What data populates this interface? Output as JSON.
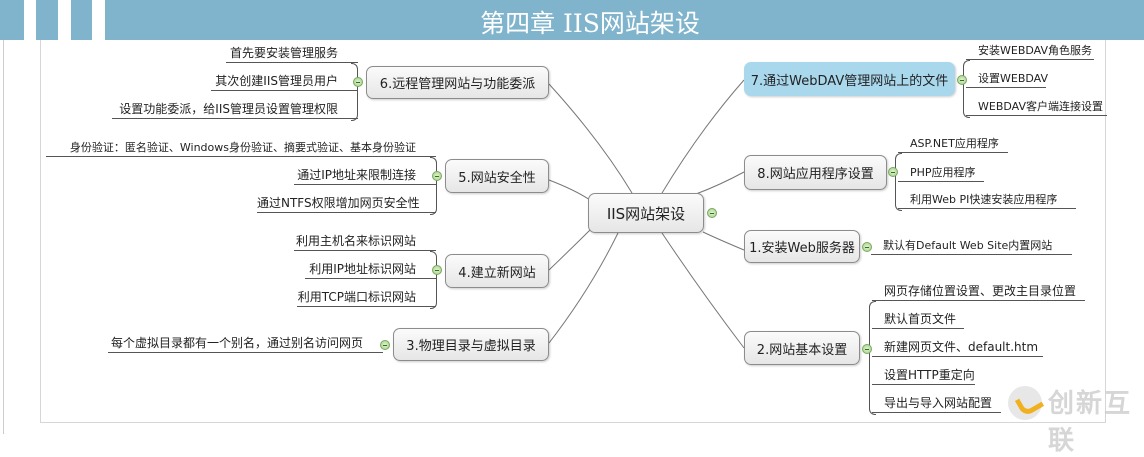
{
  "title": "第四章 IIS网站架设",
  "colors": {
    "title_bar": "#7fb4cc",
    "highlight_node": "#a9d8ec"
  },
  "center": "IIS网站架设",
  "nodes": {
    "n1": {
      "label": "1.安装Web服务器",
      "leaves": [
        "默认有Default Web Site内置网站"
      ]
    },
    "n2": {
      "label": "2.网站基本设置",
      "leaves": [
        "网页存储位置设置、更改主目录位置",
        "默认首页文件",
        "新建网页文件、default.htm",
        "设置HTTP重定向",
        "导出与导入网站配置"
      ]
    },
    "n3": {
      "label": "3.物理目录与虚拟目录",
      "leaves": [
        "每个虚拟目录都有一个别名，通过别名访问网页"
      ]
    },
    "n4": {
      "label": "4.建立新网站",
      "leaves": [
        "利用主机名来标识网站",
        "利用IP地址标识网站",
        "利用TCP端口标识网站"
      ]
    },
    "n5": {
      "label": "5.网站安全性",
      "leaves": [
        "身份验证：匿名验证、Windows身份验证、摘要式验证、基本身份验证",
        "通过IP地址来限制连接",
        "通过NTFS权限增加网页安全性"
      ]
    },
    "n6": {
      "label": "6.远程管理网站与功能委派",
      "leaves": [
        "首先要安装管理服务",
        "其次创建IIS管理员用户",
        "设置功能委派，给IIS管理员设置管理权限"
      ]
    },
    "n7": {
      "label": "7.通过WebDAV管理网站上的文件",
      "leaves": [
        "安装WEBDAV角色服务",
        "设置WEBDAV",
        "WEBDAV客户端连接设置"
      ]
    },
    "n8": {
      "label": "8.网站应用程序设置",
      "leaves": [
        "ASP.NET应用程序",
        "PHP应用程序",
        "利用Web PI快速安装应用程序"
      ]
    }
  },
  "watermark": "创新互联"
}
